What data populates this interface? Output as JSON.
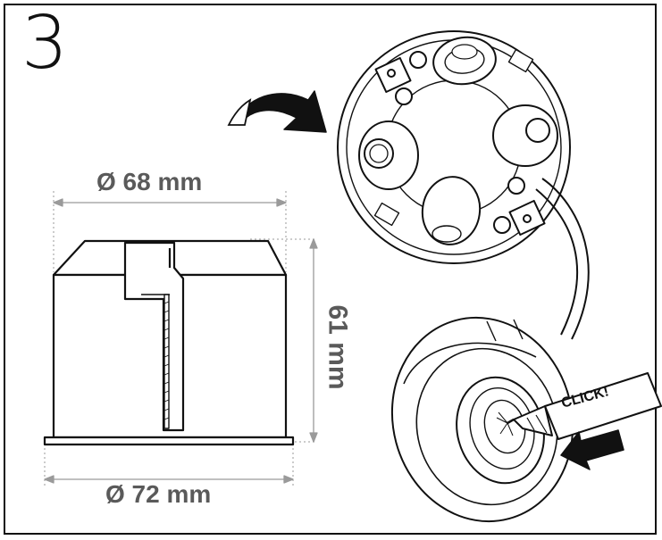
{
  "step_number": "3",
  "dimensions": {
    "top_diameter": "Ø 68 mm",
    "bottom_diameter": "Ø 72 mm",
    "height": "61 mm"
  },
  "callout": "CLICK!",
  "colors": {
    "line": "#111111",
    "dimension": "#5a5a5a",
    "dimension_line": "#9a9a9a"
  },
  "icons": [
    "rotate-arrow-icon",
    "push-arrow-icon",
    "screwdriver-icon"
  ]
}
